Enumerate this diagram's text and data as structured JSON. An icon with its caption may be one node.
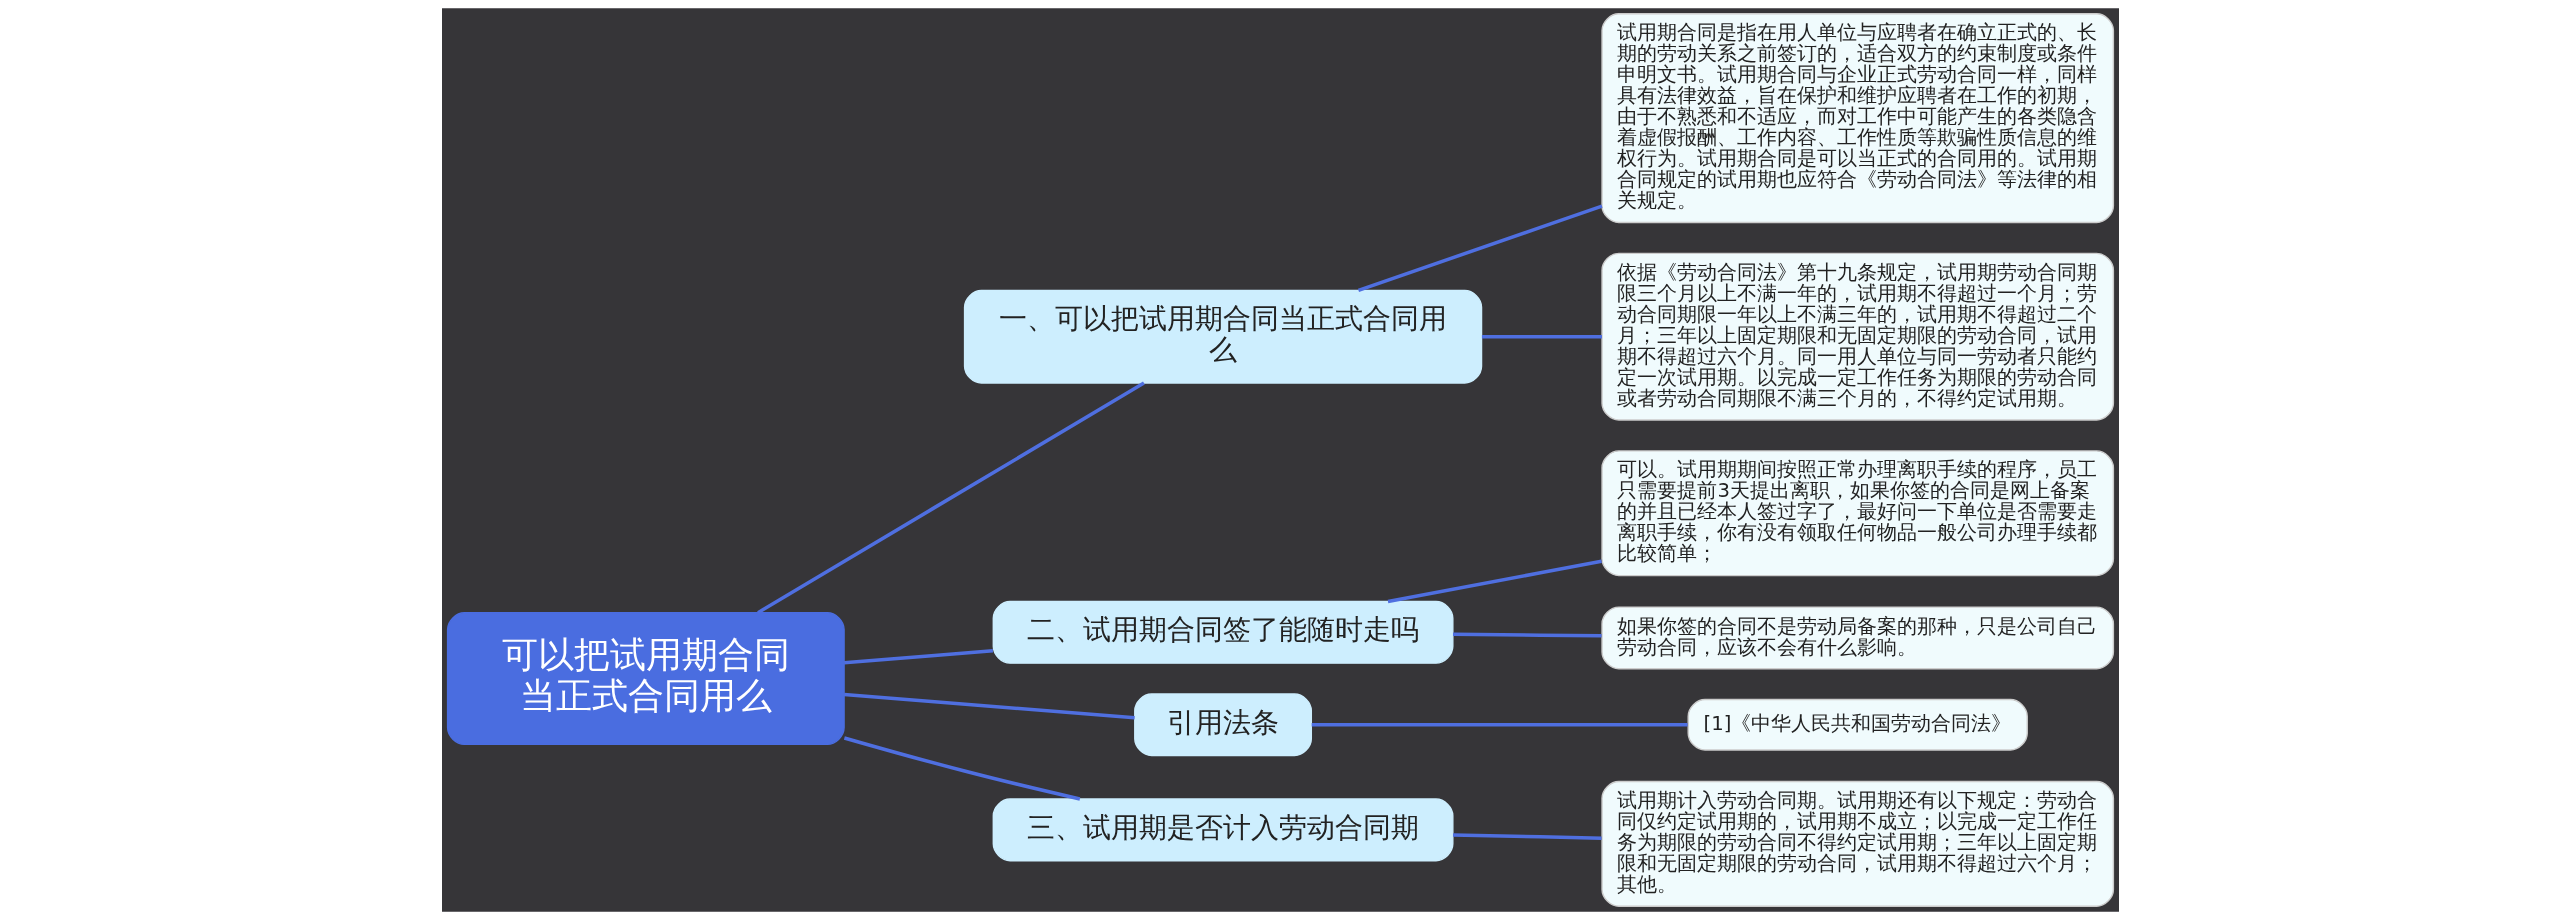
{
  "diagram": {
    "nodes": [
      {
        "text": [
          "可以把试用期合同当正式合同用么"
        ]
      },
      {
        "text": [
          "一、可以把试用期合同当正式合同用么"
        ]
      },
      {
        "text": [
          "试用期合同是指在用人单位与应聘者在确立正式的、长期的劳动关系之前签订的，适合双方的约束制度或条件申明文书。试用期合同与企业正式劳动合同一样，同样具有法律效益，旨在保护和维护应聘者在工作的初期，由于不熟悉和不适应，而对工作中可能产生的各类隐含着虚假报酬、工作内容、工作性质等欺骗性质信息的维权行为。试用期合同是可以当正式的合同用的。试用期合同规定的试用期也应符合《劳动合同法》等法律的相关规定。"
        ]
      },
      {
        "text": [
          "依据《劳动合同法》第十九条规定，试用期劳动合同期限三个月以上不满一年的，试用期不得超过一个月；劳动合同期限一年以上不满三年的，试用期不得超过二个月；三年以上固定期限和无固定期限的劳动合同，试用期不得超过六个月。同一用人单位与同一劳动者只能约定一次试用期。以完成一定工作任务为期限的劳动合同或者劳动合同期限不满三个月的，不得约定试用期。"
        ]
      },
      {
        "text": [
          "二、试用期合同签了能随时走吗"
        ]
      },
      {
        "text": [
          "可以。试用期期间按照正常办理离职手续的程序，员工只需要提前3天提出离职，如果你签的合同是网上备案的并且已经本人签过字了，最好问一下单位是否需要走离职手续，你有没有领取任何物品一般公司办理手续都比较简单；"
        ]
      },
      {
        "text": [
          "如果你签的合同不是劳动局备案的那种，只是公司自己劳动合同，应该不会有什么影响。"
        ]
      },
      {
        "text": [
          "引用法条"
        ]
      },
      {
        "text": [
          "[1]《中华人民共和国劳动合同法》"
        ]
      },
      {
        "text": [
          "三、试用期是否计入劳动合同期"
        ]
      },
      {
        "text": [
          "试用期计入劳动合同期。试用期还有以下规定：劳动合同仅约定试用期的，试用期不成立；以完成一定工作任务为期限的劳动合同不得约定试用期；三年以上固定期限和无固定期限的劳动合同，试用期不得超过六个月；其他。"
        ]
      }
    ],
    "edges": [
      {
        "from": 0,
        "to": 1,
        "arrow": "none"
      },
      {
        "from": 1,
        "to": 2,
        "arrow": "none"
      },
      {
        "from": 1,
        "to": 3,
        "arrow": "none"
      },
      {
        "from": 0,
        "to": 4,
        "arrow": "none"
      },
      {
        "from": 4,
        "to": 5,
        "arrow": "none"
      },
      {
        "from": 4,
        "to": 6,
        "arrow": "none"
      },
      {
        "from": 0,
        "to": 7,
        "arrow": "none"
      },
      {
        "from": 7,
        "to": 8,
        "arrow": "none"
      },
      {
        "from": 0,
        "to": 9,
        "arrow": "none"
      },
      {
        "from": 9,
        "to": 10,
        "arrow": "none"
      }
    ]
  }
}
